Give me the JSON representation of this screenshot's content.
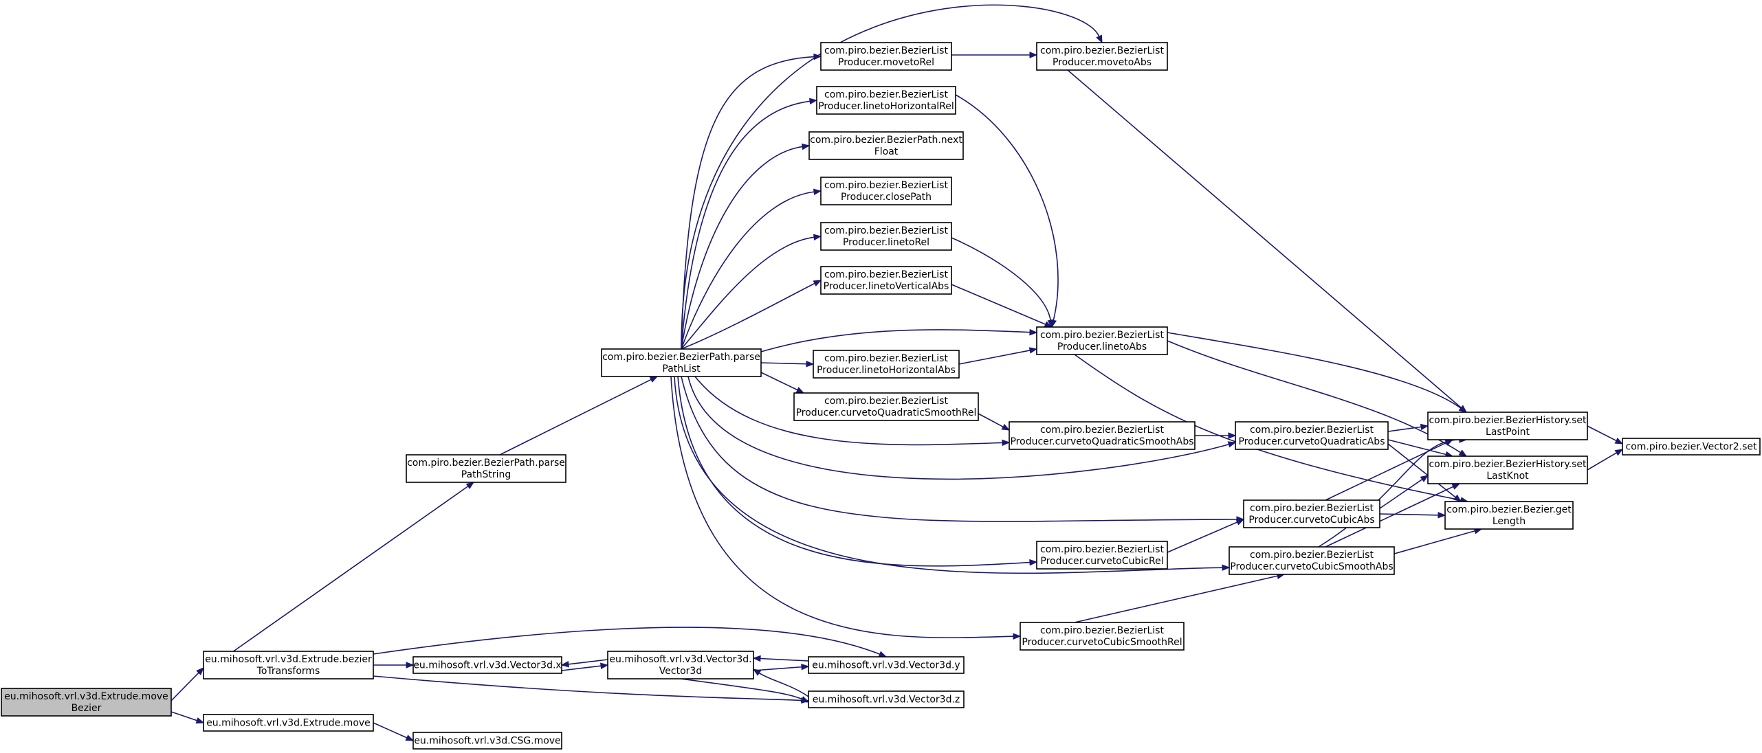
{
  "graph": {
    "edge_color": "#191970",
    "root_fill": "#bfbfbf",
    "nodes": [
      {
        "id": "moveBezier",
        "lines": [
          "eu.mihosoft.vrl.v3d.Extrude.move",
          "Bezier"
        ],
        "root": true
      },
      {
        "id": "bezierToTransforms",
        "lines": [
          "eu.mihosoft.vrl.v3d.Extrude.bezier",
          "ToTransforms"
        ]
      },
      {
        "id": "extrudeMove",
        "lines": [
          "eu.mihosoft.vrl.v3d.Extrude.move"
        ]
      },
      {
        "id": "csgMove",
        "lines": [
          "eu.mihosoft.vrl.v3d.CSG.move"
        ]
      },
      {
        "id": "vecX",
        "lines": [
          "eu.mihosoft.vrl.v3d.Vector3d.x"
        ]
      },
      {
        "id": "vecCtor",
        "lines": [
          "eu.mihosoft.vrl.v3d.Vector3d.",
          "Vector3d"
        ]
      },
      {
        "id": "vecY",
        "lines": [
          "eu.mihosoft.vrl.v3d.Vector3d.y"
        ]
      },
      {
        "id": "vecZ",
        "lines": [
          "eu.mihosoft.vrl.v3d.Vector3d.z"
        ]
      },
      {
        "id": "parsePathString",
        "lines": [
          "com.piro.bezier.BezierPath.parse",
          "PathString"
        ]
      },
      {
        "id": "parsePathList",
        "lines": [
          "com.piro.bezier.BezierPath.parse",
          "PathList"
        ]
      },
      {
        "id": "movetoRel",
        "lines": [
          "com.piro.bezier.BezierList",
          "Producer.movetoRel"
        ]
      },
      {
        "id": "movetoAbs",
        "lines": [
          "com.piro.bezier.BezierList",
          "Producer.movetoAbs"
        ]
      },
      {
        "id": "linetoHorizRel",
        "lines": [
          "com.piro.bezier.BezierList",
          "Producer.linetoHorizontalRel"
        ]
      },
      {
        "id": "nextFloat",
        "lines": [
          "com.piro.bezier.BezierPath.next",
          "Float"
        ]
      },
      {
        "id": "closePath",
        "lines": [
          "com.piro.bezier.BezierList",
          "Producer.closePath"
        ]
      },
      {
        "id": "linetoRel",
        "lines": [
          "com.piro.bezier.BezierList",
          "Producer.linetoRel"
        ]
      },
      {
        "id": "linetoVertAbs",
        "lines": [
          "com.piro.bezier.BezierList",
          "Producer.linetoVerticalAbs"
        ]
      },
      {
        "id": "linetoAbs",
        "lines": [
          "com.piro.bezier.BezierList",
          "Producer.linetoAbs"
        ]
      },
      {
        "id": "linetoHorizAbs",
        "lines": [
          "com.piro.bezier.BezierList",
          "Producer.linetoHorizontalAbs"
        ]
      },
      {
        "id": "cqsRel",
        "lines": [
          "com.piro.bezier.BezierList",
          "Producer.curvetoQuadraticSmoothRel"
        ]
      },
      {
        "id": "cqsAbs",
        "lines": [
          "com.piro.bezier.BezierList",
          "Producer.curvetoQuadraticSmoothAbs"
        ]
      },
      {
        "id": "cqAbs",
        "lines": [
          "com.piro.bezier.BezierList",
          "Producer.curvetoQuadraticAbs"
        ]
      },
      {
        "id": "ccAbs",
        "lines": [
          "com.piro.bezier.BezierList",
          "Producer.curvetoCubicAbs"
        ]
      },
      {
        "id": "ccRel",
        "lines": [
          "com.piro.bezier.BezierList",
          "Producer.curvetoCubicRel"
        ]
      },
      {
        "id": "ccsAbs",
        "lines": [
          "com.piro.bezier.BezierList",
          "Producer.curvetoCubicSmoothAbs"
        ]
      },
      {
        "id": "ccsRel",
        "lines": [
          "com.piro.bezier.BezierList",
          "Producer.curvetoCubicSmoothRel"
        ]
      },
      {
        "id": "setLastPoint",
        "lines": [
          "com.piro.bezier.BezierHistory.set",
          "LastPoint"
        ]
      },
      {
        "id": "setLastKnot",
        "lines": [
          "com.piro.bezier.BezierHistory.set",
          "LastKnot"
        ]
      },
      {
        "id": "getLength",
        "lines": [
          "com.piro.bezier.Bezier.get",
          "Length"
        ]
      },
      {
        "id": "vector2Set",
        "lines": [
          "com.piro.bezier.Vector2.set"
        ]
      }
    ],
    "edges": [
      [
        "moveBezier",
        "bezierToTransforms"
      ],
      [
        "moveBezier",
        "extrudeMove"
      ],
      [
        "extrudeMove",
        "csgMove"
      ],
      [
        "bezierToTransforms",
        "parsePathString"
      ],
      [
        "bezierToTransforms",
        "vecX"
      ],
      [
        "bezierToTransforms",
        "vecY"
      ],
      [
        "bezierToTransforms",
        "vecZ"
      ],
      [
        "vecX",
        "vecCtor"
      ],
      [
        "vecCtor",
        "vecX"
      ],
      [
        "vecY",
        "vecCtor"
      ],
      [
        "vecCtor",
        "vecY"
      ],
      [
        "vecZ",
        "vecCtor"
      ],
      [
        "vecCtor",
        "vecZ"
      ],
      [
        "parsePathString",
        "parsePathList"
      ],
      [
        "parsePathList",
        "movetoAbs"
      ],
      [
        "parsePathList",
        "movetoRel"
      ],
      [
        "parsePathList",
        "linetoHorizRel"
      ],
      [
        "parsePathList",
        "nextFloat"
      ],
      [
        "parsePathList",
        "closePath"
      ],
      [
        "parsePathList",
        "linetoRel"
      ],
      [
        "parsePathList",
        "linetoVertAbs"
      ],
      [
        "parsePathList",
        "linetoAbs"
      ],
      [
        "parsePathList",
        "linetoHorizAbs"
      ],
      [
        "parsePathList",
        "cqsRel"
      ],
      [
        "parsePathList",
        "cqsAbs"
      ],
      [
        "parsePathList",
        "cqAbs"
      ],
      [
        "parsePathList",
        "ccAbs"
      ],
      [
        "parsePathList",
        "ccRel"
      ],
      [
        "parsePathList",
        "ccsAbs"
      ],
      [
        "parsePathList",
        "ccsRel"
      ],
      [
        "movetoRel",
        "movetoAbs"
      ],
      [
        "movetoAbs",
        "setLastPoint"
      ],
      [
        "linetoHorizRel",
        "linetoAbs"
      ],
      [
        "linetoRel",
        "linetoAbs"
      ],
      [
        "linetoVertAbs",
        "linetoAbs"
      ],
      [
        "linetoHorizAbs",
        "linetoAbs"
      ],
      [
        "linetoAbs",
        "setLastPoint"
      ],
      [
        "linetoAbs",
        "setLastKnot"
      ],
      [
        "linetoAbs",
        "getLength"
      ],
      [
        "cqsRel",
        "cqsAbs"
      ],
      [
        "cqsAbs",
        "cqAbs"
      ],
      [
        "cqAbs",
        "setLastPoint"
      ],
      [
        "cqAbs",
        "setLastKnot"
      ],
      [
        "cqAbs",
        "getLength"
      ],
      [
        "ccRel",
        "ccAbs"
      ],
      [
        "ccAbs",
        "setLastPoint"
      ],
      [
        "ccAbs",
        "setLastKnot"
      ],
      [
        "ccAbs",
        "getLength"
      ],
      [
        "ccsRel",
        "ccsAbs"
      ],
      [
        "ccsAbs",
        "setLastPoint"
      ],
      [
        "ccsAbs",
        "setLastKnot"
      ],
      [
        "ccsAbs",
        "getLength"
      ],
      [
        "setLastPoint",
        "vector2Set"
      ],
      [
        "setLastKnot",
        "vector2Set"
      ]
    ]
  }
}
